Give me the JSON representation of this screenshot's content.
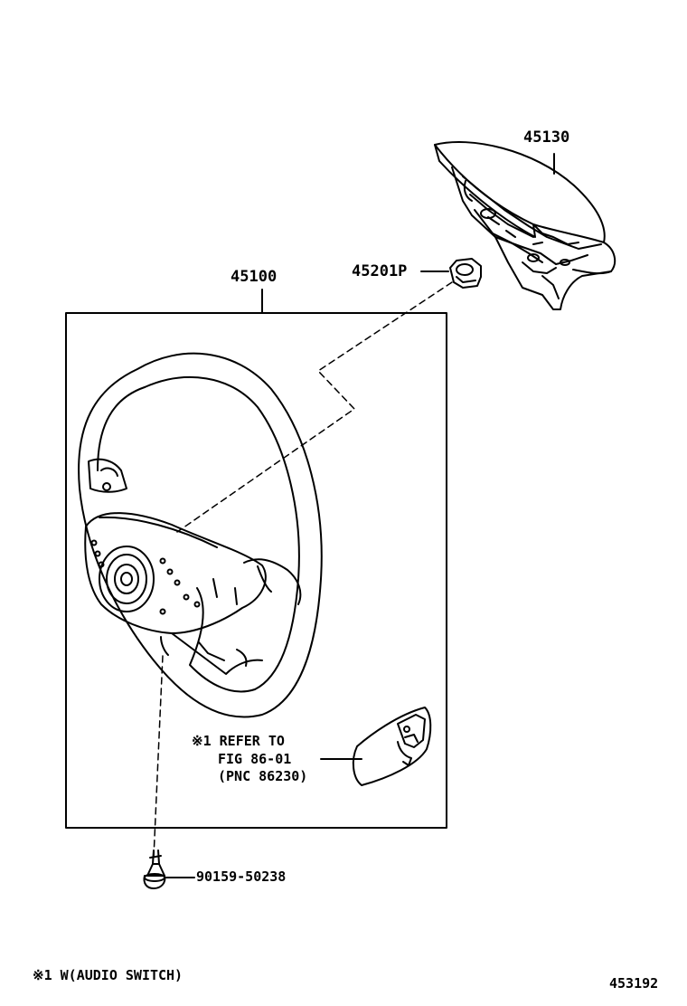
{
  "parts": {
    "airbag": "45130",
    "nut": "45201P",
    "wheel": "45100",
    "bolt": "90159-50238"
  },
  "reference": {
    "line1": "※1 REFER TO",
    "line2": "FIG 86-01",
    "line3": "(PNC 86230)"
  },
  "footnote": "※1 W(AUDIO SWITCH)",
  "figure_number": "453192"
}
